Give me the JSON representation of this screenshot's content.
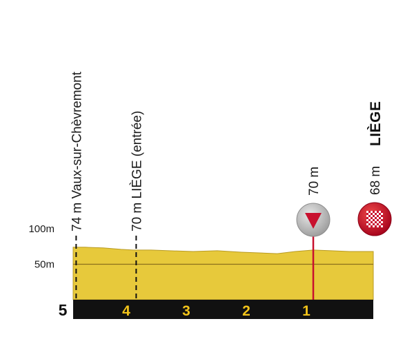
{
  "chart_data": {
    "type": "area",
    "title": "",
    "xlabel": "",
    "ylabel": "",
    "x_unit": "km to go",
    "x_reversed": true,
    "xlim": [
      5,
      0
    ],
    "ylim": [
      0,
      100
    ],
    "y_ticks": [
      {
        "value": 100,
        "label": "100m"
      },
      {
        "value": 50,
        "label": "50m"
      }
    ],
    "x_ticks": [
      {
        "value": 5,
        "label": "5"
      },
      {
        "value": 4,
        "label": "4"
      },
      {
        "value": 3,
        "label": "3"
      },
      {
        "value": 2,
        "label": "2"
      },
      {
        "value": 1,
        "label": "1"
      }
    ],
    "series": [
      {
        "x": [
          5.0,
          4.8,
          4.5,
          4.2,
          4.0,
          3.7,
          3.4,
          3.0,
          2.6,
          2.2,
          1.9,
          1.6,
          1.3,
          1.0,
          0.7,
          0.4,
          0.0
        ],
        "y": [
          74,
          74,
          73,
          71,
          70,
          70,
          69,
          68,
          69,
          67,
          66,
          65,
          68,
          70,
          69,
          68,
          68
        ]
      }
    ],
    "annotations": [
      {
        "km": 4.95,
        "label": "74 m Vaux-sur-Chèvremont",
        "kind": "place"
      },
      {
        "km": 3.95,
        "label": "70 m LIÈGE (entrée)",
        "kind": "place"
      },
      {
        "km": 1.0,
        "label": "70 m",
        "kind": "flamme-rouge"
      },
      {
        "km": 0.0,
        "label": "68 m",
        "kind": "finish",
        "place": "LIÈGE"
      }
    ],
    "colors": {
      "area_fill": "#e7c93b",
      "area_edge": "#b89a22",
      "reference_line": "#8a6f1c",
      "km_bar": "#111111",
      "km_text": "#f2c31a",
      "marker_red": "#c8102e",
      "marker_grey": "#b5b5b5",
      "guide_line": "#111111",
      "flamme_line": "#c8102e"
    }
  }
}
